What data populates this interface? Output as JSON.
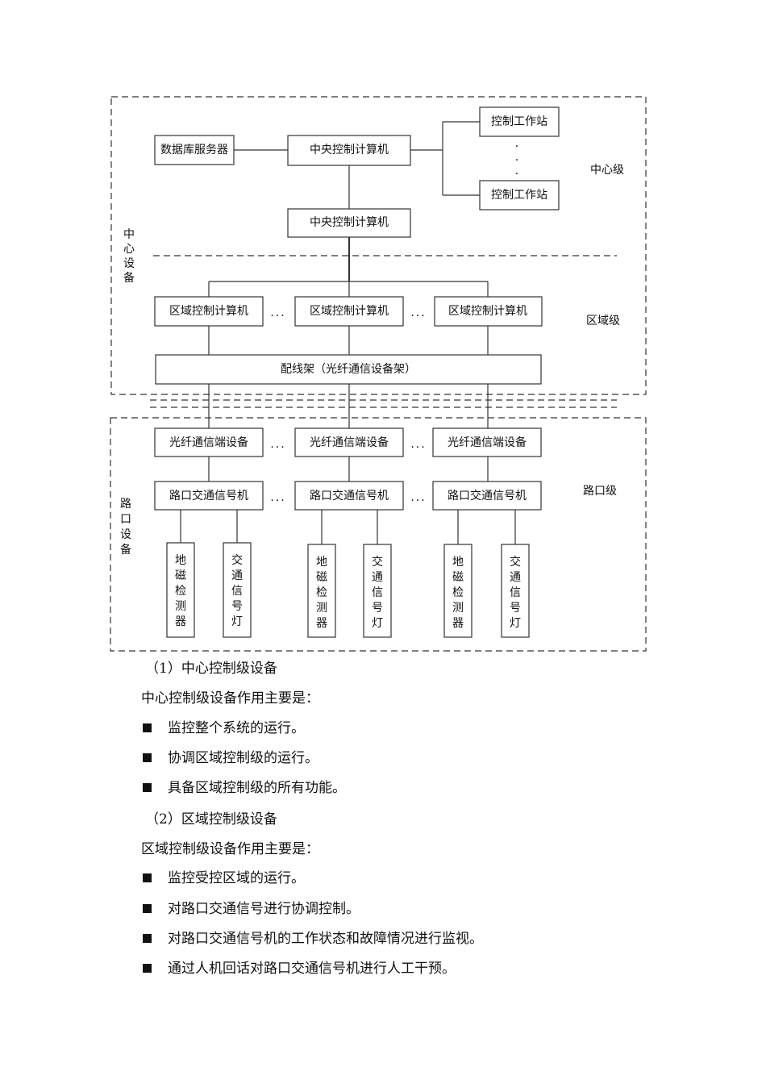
{
  "diagram": {
    "db_server": "数据库服务器",
    "central_computer": "中央控制计算机",
    "central_computer_2": "中央控制计算机",
    "workstation_top": "控制工作站",
    "workstation_bottom": "控制工作站",
    "vdots": "·",
    "center_level": "中心级",
    "center_equipment": [
      "中",
      "心",
      "设",
      "备"
    ],
    "regional_computer": "区域控制计算机",
    "dots": "...",
    "regional_level": "区域级",
    "distribution_frame": "配线架（光纤通信设备架）",
    "fiber_terminal": "光纤通信端设备",
    "intersection_signal": "路口交通信号机",
    "intersection_level": "路口级",
    "intersection_equipment": [
      "路",
      "口",
      "设",
      "备"
    ],
    "magnetic_detector": [
      "地",
      "磁",
      "检",
      "测",
      "器"
    ],
    "traffic_light": [
      "交",
      "通",
      "信",
      "号",
      "灯"
    ]
  },
  "text": {
    "heading1": "（1）中心控制级设备",
    "intro1": "中心控制级设备作用主要是：",
    "bullets1": [
      "监控整个系统的运行。",
      "协调区域控制级的运行。",
      "具备区域控制级的所有功能。"
    ],
    "heading2": "（2）区域控制级设备",
    "intro2": "区域控制级设备作用主要是：",
    "bullets2": [
      "监控受控区域的运行。",
      "对路口交通信号进行协调控制。",
      "对路口交通信号机的工作状态和故障情况进行监视。",
      "通过人机回话对路口交通信号机进行人工干预。"
    ]
  }
}
